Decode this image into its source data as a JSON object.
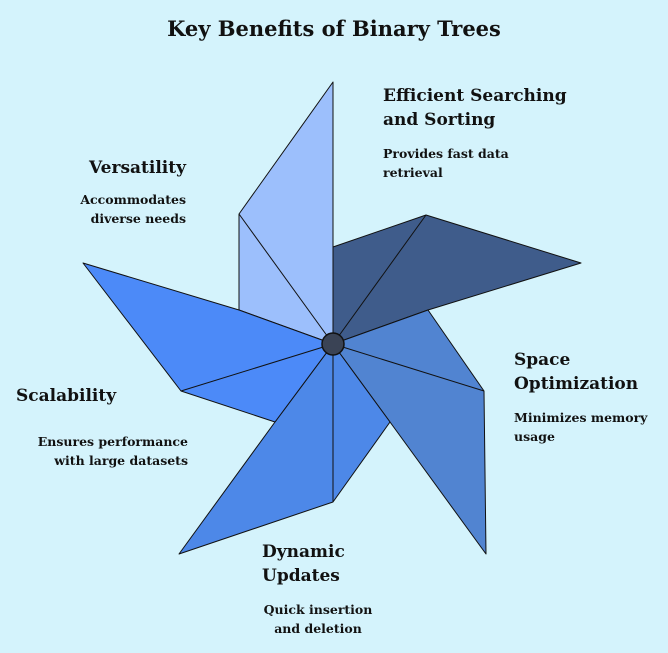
{
  "title": "Key Benefits of Binary Trees",
  "blades": [
    {
      "name": "efficient-searching",
      "color": "#9cbffc"
    },
    {
      "name": "efficient-searching-dark",
      "color": "#3f5c8b"
    },
    {
      "name": "space-optimization",
      "color": "#5184d1"
    },
    {
      "name": "dynamic-updates",
      "color": "#4d88e8"
    },
    {
      "name": "scalability",
      "color": "#4c8af8"
    }
  ],
  "benefits": {
    "searching": {
      "heading": "Efficient Searching and Sorting",
      "description": "Provides fast data retrieval"
    },
    "space": {
      "heading": "Space Optimization",
      "description": "Minimizes memory usage"
    },
    "dynamic": {
      "heading": "Dynamic Updates",
      "description": "Quick insertion and deletion"
    },
    "scalability": {
      "heading": "Scalability",
      "description": "Ensures performance with large datasets"
    },
    "versatility": {
      "heading": "Versatility",
      "description": "Accommodates diverse needs"
    }
  }
}
